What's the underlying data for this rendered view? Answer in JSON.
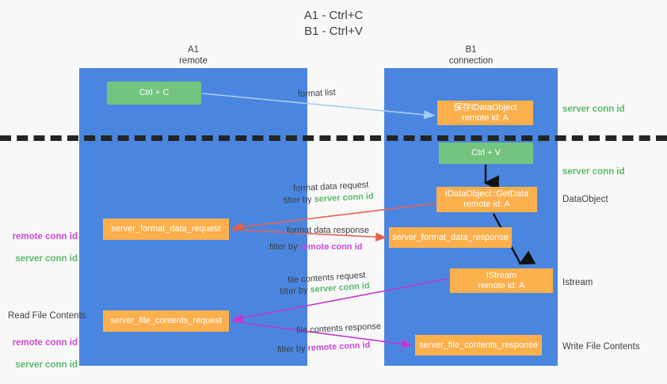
{
  "title": "A1 - Ctrl+C\nB1 - Ctrl+V",
  "lanes": [
    {
      "id": "a1",
      "header": "A1\nremote"
    },
    {
      "id": "b1",
      "header": "B1\nconnection"
    }
  ],
  "nodes": {
    "ctrl_c": "Ctrl + C",
    "save_idataobject": "保存IDataObject\nremote id: A",
    "ctrl_v": "Ctrl + V",
    "getdata": "IDataObject::GetData\nremote id: A",
    "format_data_request": "server_format_data_request",
    "format_data_response": "server_format_data_response",
    "istream": "IStream\nremote id: A",
    "file_contents_request": "server_file_contents_request",
    "file_contents_response": "server_file_contents_response"
  },
  "edge_captions": {
    "format_list": "format list",
    "format_data_request": "format data request",
    "format_data_request_filter_prefix": "filter by ",
    "format_data_request_filter_value": "server conn id",
    "format_data_response": "format data response",
    "format_data_response_filter_prefix": "filter by ",
    "format_data_response_filter_value": "remote conn id",
    "file_contents_request": "file contents request",
    "file_contents_request_filter_prefix": "filter by ",
    "file_contents_request_filter_value": "server conn id",
    "file_contents_response": "file contents response",
    "file_contents_response_filter_prefix": "filter by ",
    "file_contents_response_filter_value": "remote conn id"
  },
  "side_labels": {
    "server_conn_id_top": "server conn id",
    "server_conn_id_mid": "server conn id",
    "dataobject": "DataObject",
    "istream": "Istream",
    "write_file_contents": "Write File Contents",
    "read_file_contents": "Read File Contents",
    "remote_conn_id": "remote conn id",
    "server_conn_id": "server conn id"
  },
  "colors": {
    "background": "#f8f8f8",
    "lane": "#4a86e0",
    "green_node": "#73c47e",
    "orange_node": "#fbb04c",
    "divider": "#242424",
    "green_text": "#5bb96b",
    "purple_text": "#cc49d6",
    "blue_arrow": "#a8cdf0",
    "red_arrow": "#e8614d",
    "magenta_arrow": "#c03ad0",
    "black_arrow": "#111111"
  }
}
